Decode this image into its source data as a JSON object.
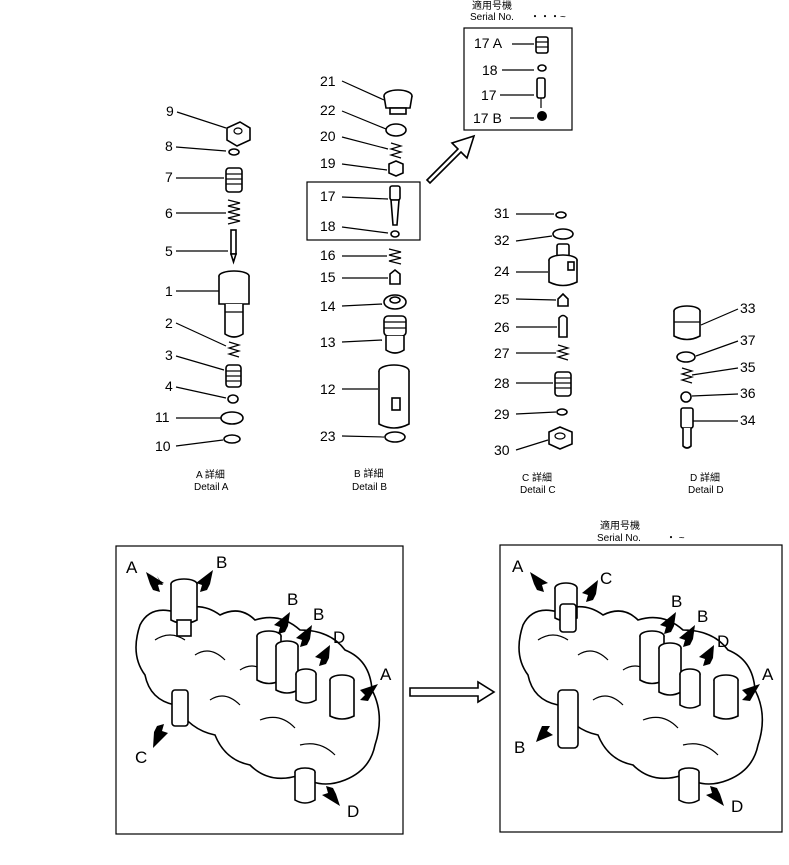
{
  "serial_top": {
    "jp": "適用号機",
    "en": "Serial No.",
    "range": "・・・~"
  },
  "serial_bottom": {
    "jp": "適用号機",
    "en": "Serial No.",
    "range": "・ ~"
  },
  "details": {
    "a": {
      "jp": "A 詳細",
      "en": "Detail A"
    },
    "b": {
      "jp": "B 詳細",
      "en": "Detail B"
    },
    "c": {
      "jp": "C 詳細",
      "en": "Detail C"
    },
    "d": {
      "jp": "D 詳細",
      "en": "Detail D"
    }
  },
  "labels": {
    "p1": "1",
    "p2": "2",
    "p3": "3",
    "p4": "4",
    "p5": "5",
    "p6": "6",
    "p7": "7",
    "p8": "8",
    "p9": "9",
    "p10": "10",
    "p11": "11",
    "p12": "12",
    "p13": "13",
    "p14": "14",
    "p15": "15",
    "p16": "16",
    "p17": "17",
    "p18": "18",
    "p19": "19",
    "p20": "20",
    "p21": "21",
    "p22": "22",
    "p23": "23",
    "p24": "24",
    "p25": "25",
    "p26": "26",
    "p27": "27",
    "p28": "28",
    "p29": "29",
    "p30": "30",
    "p31": "31",
    "p32": "32",
    "p33": "33",
    "p34": "34",
    "p35": "35",
    "p36": "36",
    "p37": "37",
    "inset17a": "17 A",
    "inset18": "18",
    "inset17": "17",
    "inset17b": "17 B"
  },
  "valve_left": {
    "a1": "A",
    "b1": "B",
    "b2": "B",
    "b3": "B",
    "d1": "D",
    "a2": "A",
    "c1": "C",
    "d2": "D"
  },
  "valve_right": {
    "a1": "A",
    "c1": "C",
    "b1": "B",
    "b2": "B",
    "d1": "D",
    "a2": "A",
    "b3": "B",
    "d2": "D"
  }
}
